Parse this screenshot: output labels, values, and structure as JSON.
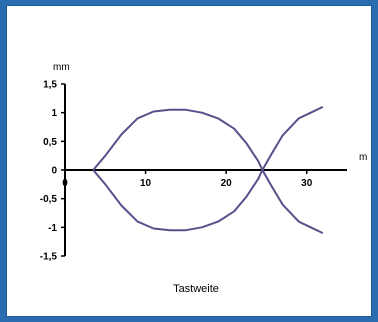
{
  "chart_data": {
    "type": "line",
    "title": "",
    "xlabel": "Tastweite",
    "ylabel": "",
    "x_unit": "m",
    "y_unit": "mm",
    "xlim": [
      0,
      35
    ],
    "ylim": [
      -1.5,
      1.5
    ],
    "x_ticks": [
      0,
      10,
      20,
      30
    ],
    "y_ticks": [
      1.5,
      1,
      0.5,
      0,
      -0.5,
      -1,
      -1.5
    ],
    "x_tick_labels": [
      "0",
      "10",
      "20",
      "30"
    ],
    "y_tick_labels": [
      "1,5",
      "1",
      "0,5",
      "0",
      "-0,5",
      "-1",
      "-1,5"
    ],
    "grid": false,
    "legend": "none",
    "line_color": "#5a4f8a",
    "series": [
      {
        "x": [
          3.5,
          5,
          7,
          9,
          11,
          13,
          15,
          17,
          19,
          21,
          22.5,
          24,
          24.5,
          25.5,
          27,
          29,
          30.5,
          32
        ],
        "values": [
          0,
          0.25,
          0.62,
          0.9,
          1.02,
          1.05,
          1.05,
          1.0,
          0.9,
          0.72,
          0.47,
          0.15,
          0,
          -0.25,
          -0.6,
          -0.9,
          -1.0,
          -1.1
        ]
      },
      {
        "x": [
          3.5,
          5,
          7,
          9,
          11,
          13,
          15,
          17,
          19,
          21,
          22.5,
          24,
          24.5,
          25.5,
          27,
          29,
          30.5,
          32
        ],
        "values": [
          0,
          -0.25,
          -0.62,
          -0.9,
          -1.02,
          -1.05,
          -1.05,
          -1.0,
          -0.9,
          -0.72,
          -0.47,
          -0.15,
          0,
          0.25,
          0.6,
          0.9,
          1.0,
          1.1
        ]
      }
    ]
  },
  "colors": {
    "frame": "#2a6cb0",
    "panel": "#ffffff"
  }
}
